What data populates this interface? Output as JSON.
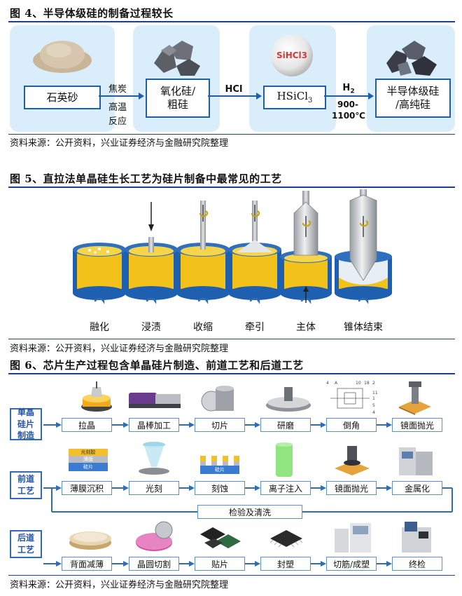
{
  "fig4": {
    "title": "图 4、半导体级硅的制备过程较长",
    "boxes": [
      "石英砂",
      "氧化硅/\n粗硅",
      "HSiCl3",
      "半导体级硅\n/高纯硅"
    ],
    "sphere_label": "SiHCl3",
    "arrow1": [
      "焦炭",
      "高温",
      "反应"
    ],
    "arrow2": "HCl",
    "arrow3_top": "H2",
    "arrow3_bottom": [
      "900-",
      "1100℃"
    ],
    "source": "资料来源：公开资料，兴业证券经济与金融研究院整理"
  },
  "fig5": {
    "title": "图 5、直拉法单晶硅生长工艺为硅片制备中最常见的工艺",
    "stages": [
      "融化",
      "浸渍",
      "收缩",
      "牵引",
      "主体",
      "锥体结束"
    ],
    "source": "资料来源：公开资料，兴业证券经济与金融研究院整理"
  },
  "fig6": {
    "title": "图 6、芯片生产过程包含单晶硅片制造、前道工艺和后道工艺",
    "row_labels": [
      "单晶硅片制造",
      "前道工艺",
      "后道工艺"
    ],
    "row1": [
      "拉晶",
      "晶棒加工",
      "切片",
      "研磨",
      "倒角",
      "镜面抛光"
    ],
    "row2": [
      "薄膜沉积",
      "光刻",
      "刻蚀",
      "离子注入",
      "镜面抛光",
      "金属化"
    ],
    "inspect": "检验及清洗",
    "row3": [
      "背面减薄",
      "晶圆切割",
      "贴片",
      "封塑",
      "切筋/成塑",
      "终检"
    ],
    "layer_labels": [
      "光刻胶",
      "薄膜",
      "硅片"
    ],
    "etch_label": "硅片",
    "schematic_labels": [
      "4",
      "A",
      "10",
      "18",
      "2",
      "11",
      "1",
      "5",
      "4"
    ],
    "source": "资料来源：公开资料，兴业证券经济与金融研究院整理"
  }
}
